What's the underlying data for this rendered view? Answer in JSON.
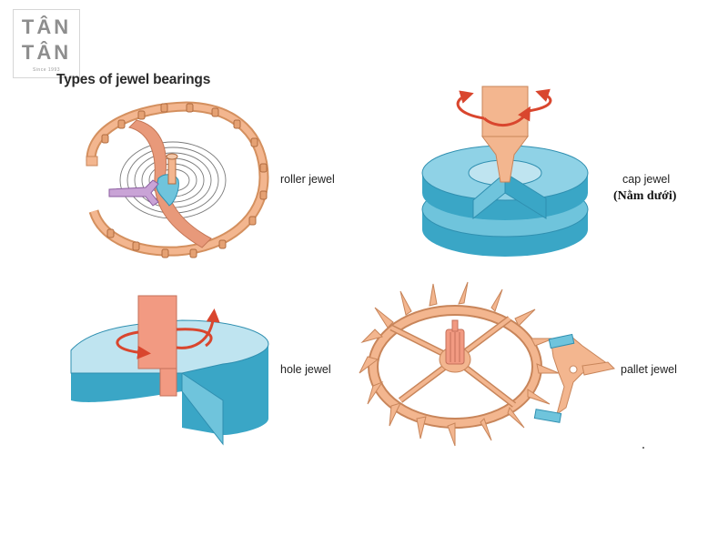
{
  "logo": {
    "line1": "TÂN",
    "line2": "TÂN",
    "tagline": "Since 1993"
  },
  "title": "Types of jewel bearings",
  "labels": {
    "roller": "roller jewel",
    "cap": "cap jewel",
    "cap_note": "(Nằm dưới)",
    "hole": "hole jewel",
    "pallet": "pallet jewel"
  },
  "colors": {
    "copper": "#f3b68f",
    "copper_dark": "#c8855a",
    "jewel_blue_light": "#bfe4f0",
    "jewel_blue": "#6fc4dc",
    "jewel_blue_dark": "#3aa6c6",
    "arrow_red": "#d9462e",
    "purple": "#c9a3d6"
  }
}
